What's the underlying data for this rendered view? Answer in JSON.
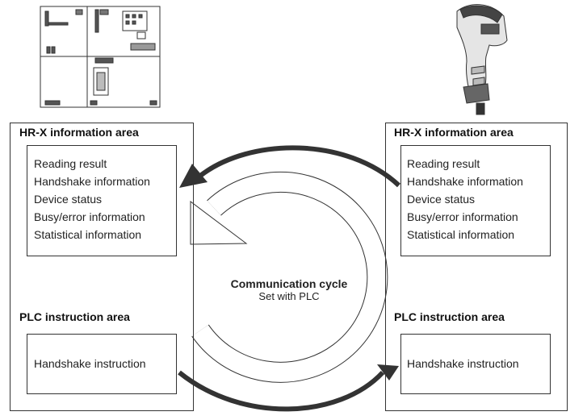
{
  "left": {
    "info_heading": "HR-X information area",
    "info_items": [
      "Reading result",
      "Handshake information",
      "Device status",
      "Busy/error information",
      "Statistical information"
    ],
    "plc_heading": "PLC instruction area",
    "plc_item": "Handshake instruction"
  },
  "right": {
    "info_heading": "HR-X information area",
    "info_items": [
      "Reading result",
      "Handshake information",
      "Device status",
      "Busy/error information",
      "Statistical information"
    ],
    "plc_heading": "PLC instruction area",
    "plc_item": "Handshake instruction"
  },
  "center": {
    "title": "Communication cycle",
    "subtitle": "Set with PLC"
  },
  "icons": {
    "left_device": "plc-module-icon",
    "right_device": "barcode-scanner-icon"
  },
  "colors": {
    "arrow": "#333333",
    "outline": "#333333"
  }
}
